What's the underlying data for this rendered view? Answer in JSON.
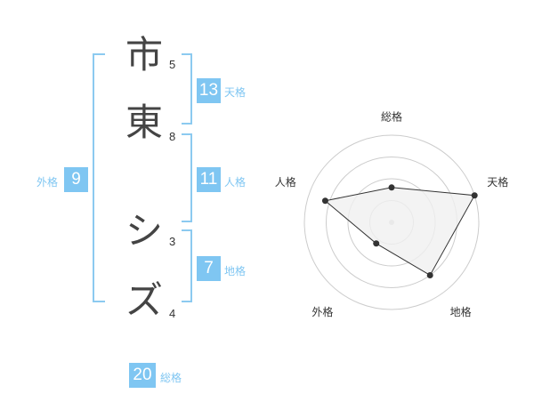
{
  "name": {
    "chars": [
      "市",
      "東",
      "シ",
      "ズ"
    ],
    "strokes": [
      "5",
      "8",
      "3",
      "4"
    ]
  },
  "kakusu": {
    "tenkaku": {
      "value": "13",
      "label": "天格"
    },
    "jinkaku": {
      "value": "11",
      "label": "人格"
    },
    "chikaku": {
      "value": "7",
      "label": "地格"
    },
    "gaikaku": {
      "value": "9",
      "label": "外格"
    },
    "soukaku": {
      "value": "20",
      "label": "総格"
    }
  },
  "chart_data": {
    "type": "radar",
    "axes": [
      "総格",
      "天格",
      "地格",
      "外格",
      "人格"
    ],
    "values": [
      0.4,
      1.0,
      0.75,
      0.3,
      0.8
    ],
    "rings": 4,
    "colors": {
      "ring": "#cccccc",
      "fill": "#f0f0f0",
      "stroke": "#333333",
      "point": "#333333",
      "center": "#cccccc"
    }
  }
}
